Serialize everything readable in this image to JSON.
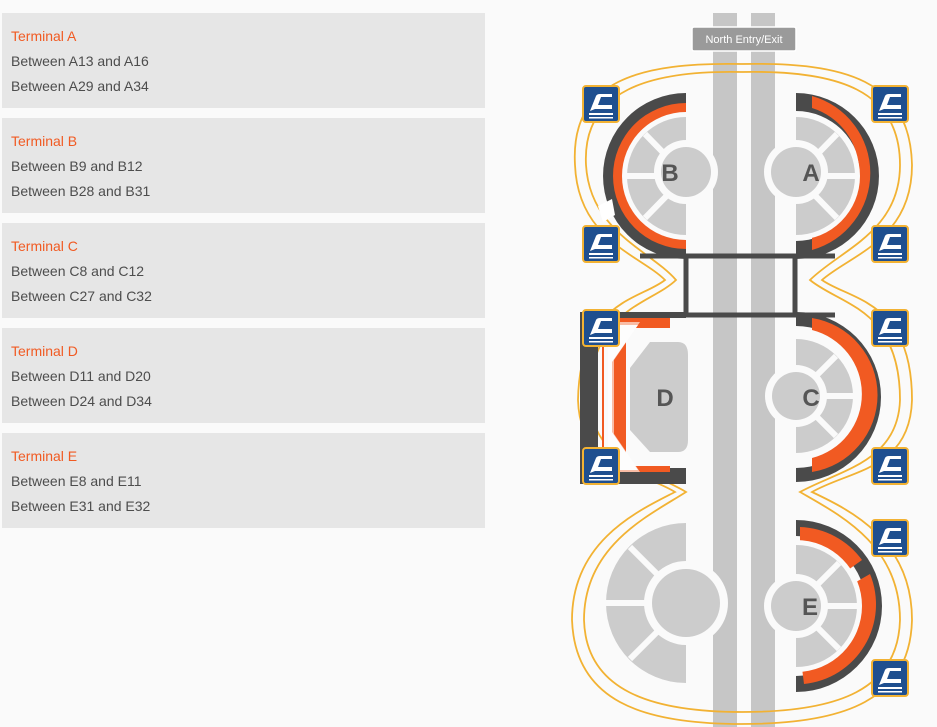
{
  "terminals": [
    {
      "title": "Terminal A",
      "lines": [
        "Between A13 and A16",
        "Between A29 and A34"
      ]
    },
    {
      "title": "Terminal B",
      "lines": [
        "Between B9 and B12",
        "Between B28 and B31"
      ]
    },
    {
      "title": "Terminal C",
      "lines": [
        "Between C8 and C12",
        "Between C27 and C32"
      ]
    },
    {
      "title": "Terminal D",
      "lines": [
        "Between D11 and D20",
        "Between D24 and D34"
      ]
    },
    {
      "title": "Terminal E",
      "lines": [
        "Between E8 and E11",
        "Between E31 and E32"
      ]
    }
  ],
  "map": {
    "entry_label": "North Entry/Exit",
    "terminal_labels": {
      "a": "A",
      "b": "B",
      "c": "C",
      "d": "D",
      "e": "E"
    },
    "colors": {
      "highlight": "#f15a22",
      "structure": "#4a4a4a",
      "building": "#cccccc",
      "road": "#c6c6c6",
      "skylink": "#f2b233",
      "icon_bg": "#1f4f8f",
      "icon_border": "#f2b233"
    },
    "icon_name": "skylink-train-icon"
  }
}
